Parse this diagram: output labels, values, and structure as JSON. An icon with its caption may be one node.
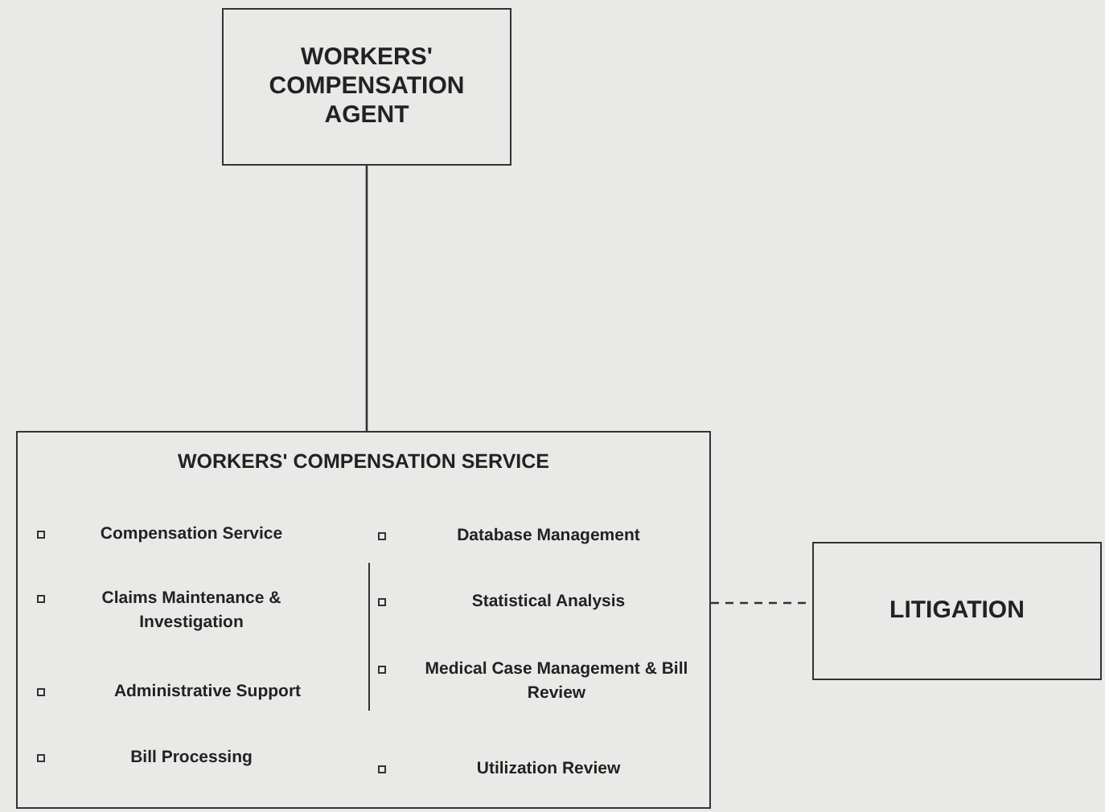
{
  "diagram": {
    "nodes": [
      {
        "text": [
          "WORKERS' COMPENSATION AGENT"
        ]
      },
      {
        "text": [
          "WORKERS' COMPENSATION SERVICE",
          "Compensation Service",
          "Database Management",
          "Claims Maintenance & Investigation",
          "Statistical Analysis",
          "Administrative Support",
          "Medical Case Management & Bill Review",
          "Bill Processing",
          "Utilization Review"
        ]
      },
      {
        "text": [
          "LITIGATION"
        ]
      }
    ],
    "edges": [
      {
        "from": 0,
        "to": 1,
        "arrow": "none"
      },
      {
        "from": 1,
        "to": 2,
        "arrow": "none",
        "style": "dashed"
      }
    ]
  }
}
